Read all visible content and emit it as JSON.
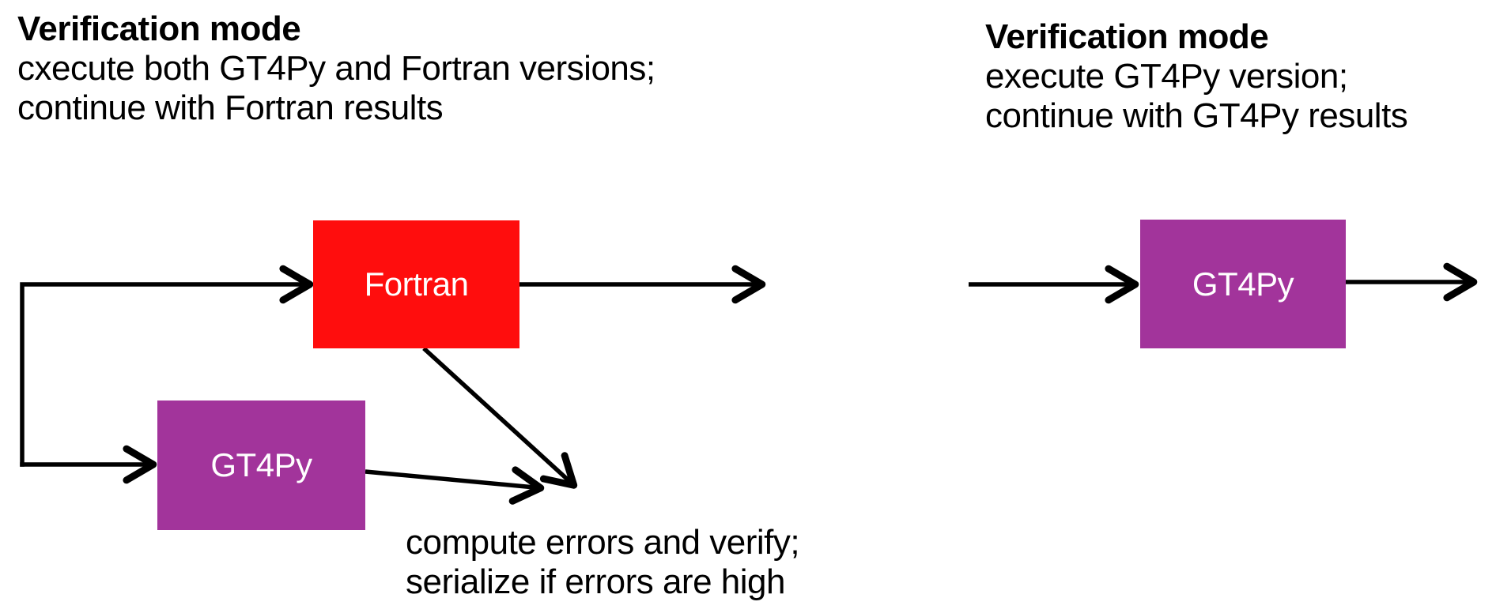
{
  "left_panel": {
    "heading": {
      "title": "Verification mode",
      "line2": "cxecute both GT4Py and Fortran versions;",
      "line3": "continue with Fortran results"
    },
    "fortran_box": {
      "label": "Fortran"
    },
    "gt4py_box": {
      "label": "GT4Py"
    },
    "annotation": {
      "line1": "compute errors and verify;",
      "line2": "serialize if errors are high"
    }
  },
  "right_panel": {
    "heading": {
      "title": "Verification mode",
      "line2": "execute GT4Py version;",
      "line3": "continue with GT4Py results"
    },
    "gt4py_box": {
      "label": "GT4Py"
    }
  },
  "colors": {
    "fortran_red": "#ff0d0d",
    "gt4py_purple": "#a2349b",
    "box_text": "#ffffff",
    "arrow_black": "#000000",
    "text_black": "#000000",
    "background": "#ffffff"
  }
}
